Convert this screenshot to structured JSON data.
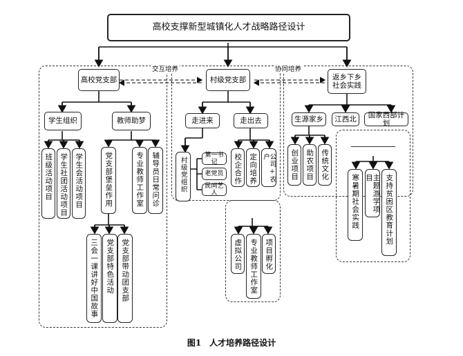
{
  "title": "高校支撑新型城镇化人才战略路径设计",
  "caption": "图1　人才培养路径设计",
  "links": {
    "interact": "交互培养",
    "coop": "协同培养"
  },
  "level1": {
    "party": "高校党支部",
    "village": "村级党支部",
    "return": "返乡下乡\n社会实践"
  },
  "party": {
    "student_org": "学生组织",
    "mentor": "教师助梦",
    "student_items": [
      "班级活动项目",
      "学生社团活动项目",
      "学生会活动项目"
    ],
    "branch_fortress": "党支部堡垒作用",
    "mentor_items": [
      "专业教师工作室",
      "辅导员日常问诊"
    ],
    "fortress_items": [
      "三会一课讲好中国故事",
      "党支部特色活动",
      "党支部带动团支部"
    ]
  },
  "village": {
    "go_in": "走进来",
    "go_out": "走出去",
    "village_org": "村级党组织",
    "in_items": [
      "第一书记",
      "老党员",
      "民间艺人"
    ],
    "out_items": [
      "校企合作",
      "定向培养",
      "公司+农户"
    ],
    "incubate_items": [
      "虚拟公司",
      "专业教师工作室",
      "项目孵化"
    ]
  },
  "return": {
    "source": "生源家乡",
    "jiangxi": "江西北",
    "west": "国家西部计划",
    "source_items": [
      "创业项目",
      "助农项目",
      "传统文化"
    ],
    "west_items": [
      "寒暑期社会实践",
      "主题游学项目",
      "支持贫困区教育计划"
    ]
  }
}
